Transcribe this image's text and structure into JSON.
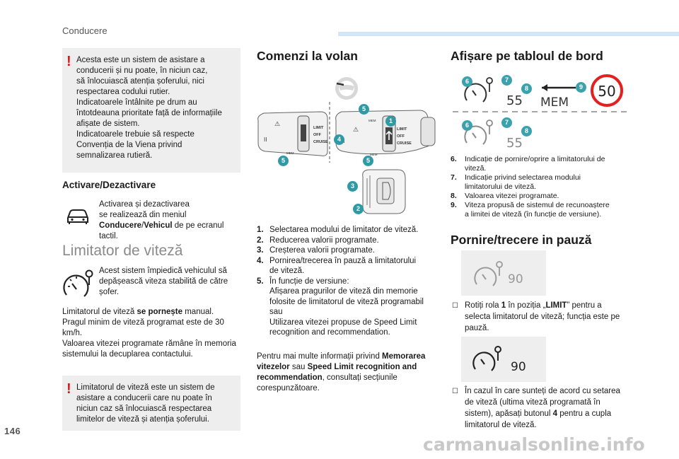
{
  "header": {
    "section": "Conducere",
    "page_number": "146"
  },
  "watermark": "carmanualsonline.info",
  "left": {
    "warning1": "Acesta este un sistem de asistare a\nconducerii și nu poate, în niciun caz,\nsă înlocuiască atenția șoferului, nici\nrespectarea codului rutier.\nIndicatoarele întâlnite pe drum au\nîntotdeauna prioritate față de informațiile\nafișate de sistem.\nIndicatoarele trebuie să respecte\nConvenția de la Viena privind\nsemnalizarea rutieră.",
    "activation_heading": "Activare/Dezactivare",
    "activation_text_1": "Activarea și dezactivarea",
    "activation_text_2": "se realizează din meniul",
    "activation_menu_1": "Conducere",
    "activation_sep": "/",
    "activation_menu_2": "Vehicul",
    "activation_text_3": " de pe ecranul",
    "activation_text_4": "tactil.",
    "limiter_heading": "Limitator de viteză",
    "limiter_intro": "Acest sistem împiedică vehiculul să depășească viteza stabilită de către șofer.",
    "limiter_p1_a": "Limitatorul de viteză ",
    "limiter_p1_b": "se pornește",
    "limiter_p1_c": " manual.",
    "limiter_p2": "Pragul minim de viteză programat este de 30 km/h.",
    "limiter_p3": "Valoarea vitezei programate rămâne în memoria sistemului la decuplarea contactului.",
    "warning2": "Limitatorul de viteză este un sistem de\nasistare a conducerii care nu poate în\nniciun caz să înlocuiască respectarea\nlimitelor de viteză și atenția șoferului."
  },
  "middle": {
    "heading": "Comenzi la volan",
    "stalk_labels": {
      "limit": "LIMIT",
      "off": "OFF",
      "cruise": "CRUISE",
      "mem": "MEM"
    },
    "callouts": [
      "1",
      "2",
      "3",
      "4",
      "5"
    ],
    "list": [
      {
        "n": "1.",
        "t": "Selectarea modului de limitator de viteză."
      },
      {
        "n": "2.",
        "t": "Reducerea valorii programate."
      },
      {
        "n": "3.",
        "t": "Creșterea valorii programate."
      },
      {
        "n": "4.",
        "t": "Pornirea/trecerea în pauză a limitatorului\nde viteză."
      },
      {
        "n": "5.",
        "t": "În funcție de versiune:\nAfișarea pragurilor de viteză din memorie\nfolosite de limitatorul de viteză programabil\nsau\nUtilizarea vitezei propuse de Speed Limit\nrecognition and recommendation."
      }
    ],
    "more_a": "Pentru mai multe informații privind ",
    "more_b": "Memorarea vitezelor",
    "more_c": " sau ",
    "more_d": "Speed Limit recognition and recommendation",
    "more_e": ", consultați secțiunile corespunzătoare."
  },
  "right": {
    "display_heading": "Afișare pe tabloul de bord",
    "display_values": {
      "speed1": "55",
      "mem": "MEM",
      "sign": "50",
      "speed2": "55"
    },
    "display_callouts": [
      "6",
      "7",
      "8",
      "9"
    ],
    "display_list": [
      {
        "n": "6.",
        "t": "Indicație de pornire/oprire a limitatorului de\nviteză."
      },
      {
        "n": "7.",
        "t": "Indicație privind selectarea modului\nlimitatorului de viteză."
      },
      {
        "n": "8.",
        "t": "Valoarea vitezei programate."
      },
      {
        "n": "9.",
        "t": "Viteza propusă de sistemul de recunoaștere\na limitei de viteză (în funcție de versiune)."
      }
    ],
    "pause_heading": "Pornire/trecere in pauză",
    "pause_value_1": "90",
    "pause_step1_a": "Rotiți rola ",
    "pause_step1_b": "1",
    "pause_step1_c": " în poziția „",
    "pause_step1_d": "LIMIT",
    "pause_step1_e": "” pentru a selecta limitatorul de viteză; funcția este pe pauză.",
    "pause_value_2": "90",
    "pause_step2_a": "În cazul în care sunteți de acord cu setarea de viteză (ultima viteză programată în sistem), apăsați butonul ",
    "pause_step2_b": "4",
    "pause_step2_c": " pentru a cupla limitatorul de viteză."
  },
  "colors": {
    "warning": "#d41c1c",
    "accent": "#cfe7f8",
    "callout": "#2f9aa6",
    "box": "#eeeeee"
  }
}
